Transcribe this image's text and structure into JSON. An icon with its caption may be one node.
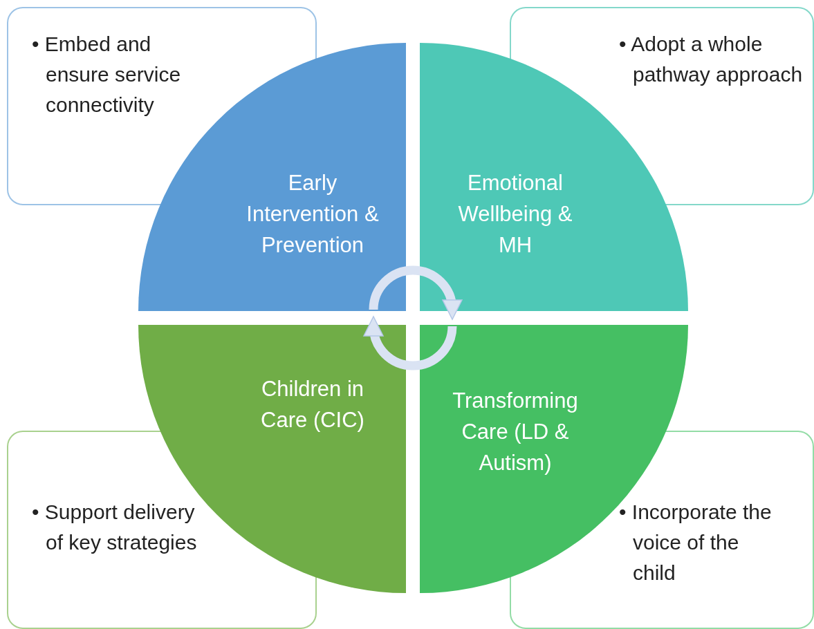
{
  "diagram": {
    "nodes": [
      {
        "text": [
          "• Embed and ensure service connectivity"
        ]
      },
      {
        "text": [
          "• Adopt a whole pathway approach"
        ]
      },
      {
        "text": [
          "Early Intervention & Prevention"
        ]
      },
      {
        "text": [
          "Emotional Wellbeing & MH"
        ]
      },
      {
        "text": [
          "Children in Care (CIC)"
        ]
      },
      {
        "text": [
          "Transforming Care (LD & Autism)"
        ]
      },
      {
        "text": [
          "• Support delivery of key strategies"
        ]
      },
      {
        "text": [
          "• Incorporate the voice of the child"
        ]
      }
    ],
    "edges": [
      {
        "from": 2,
        "to": 3,
        "arrow": "to"
      },
      {
        "from": 5,
        "to": 4,
        "arrow": "to"
      }
    ]
  }
}
